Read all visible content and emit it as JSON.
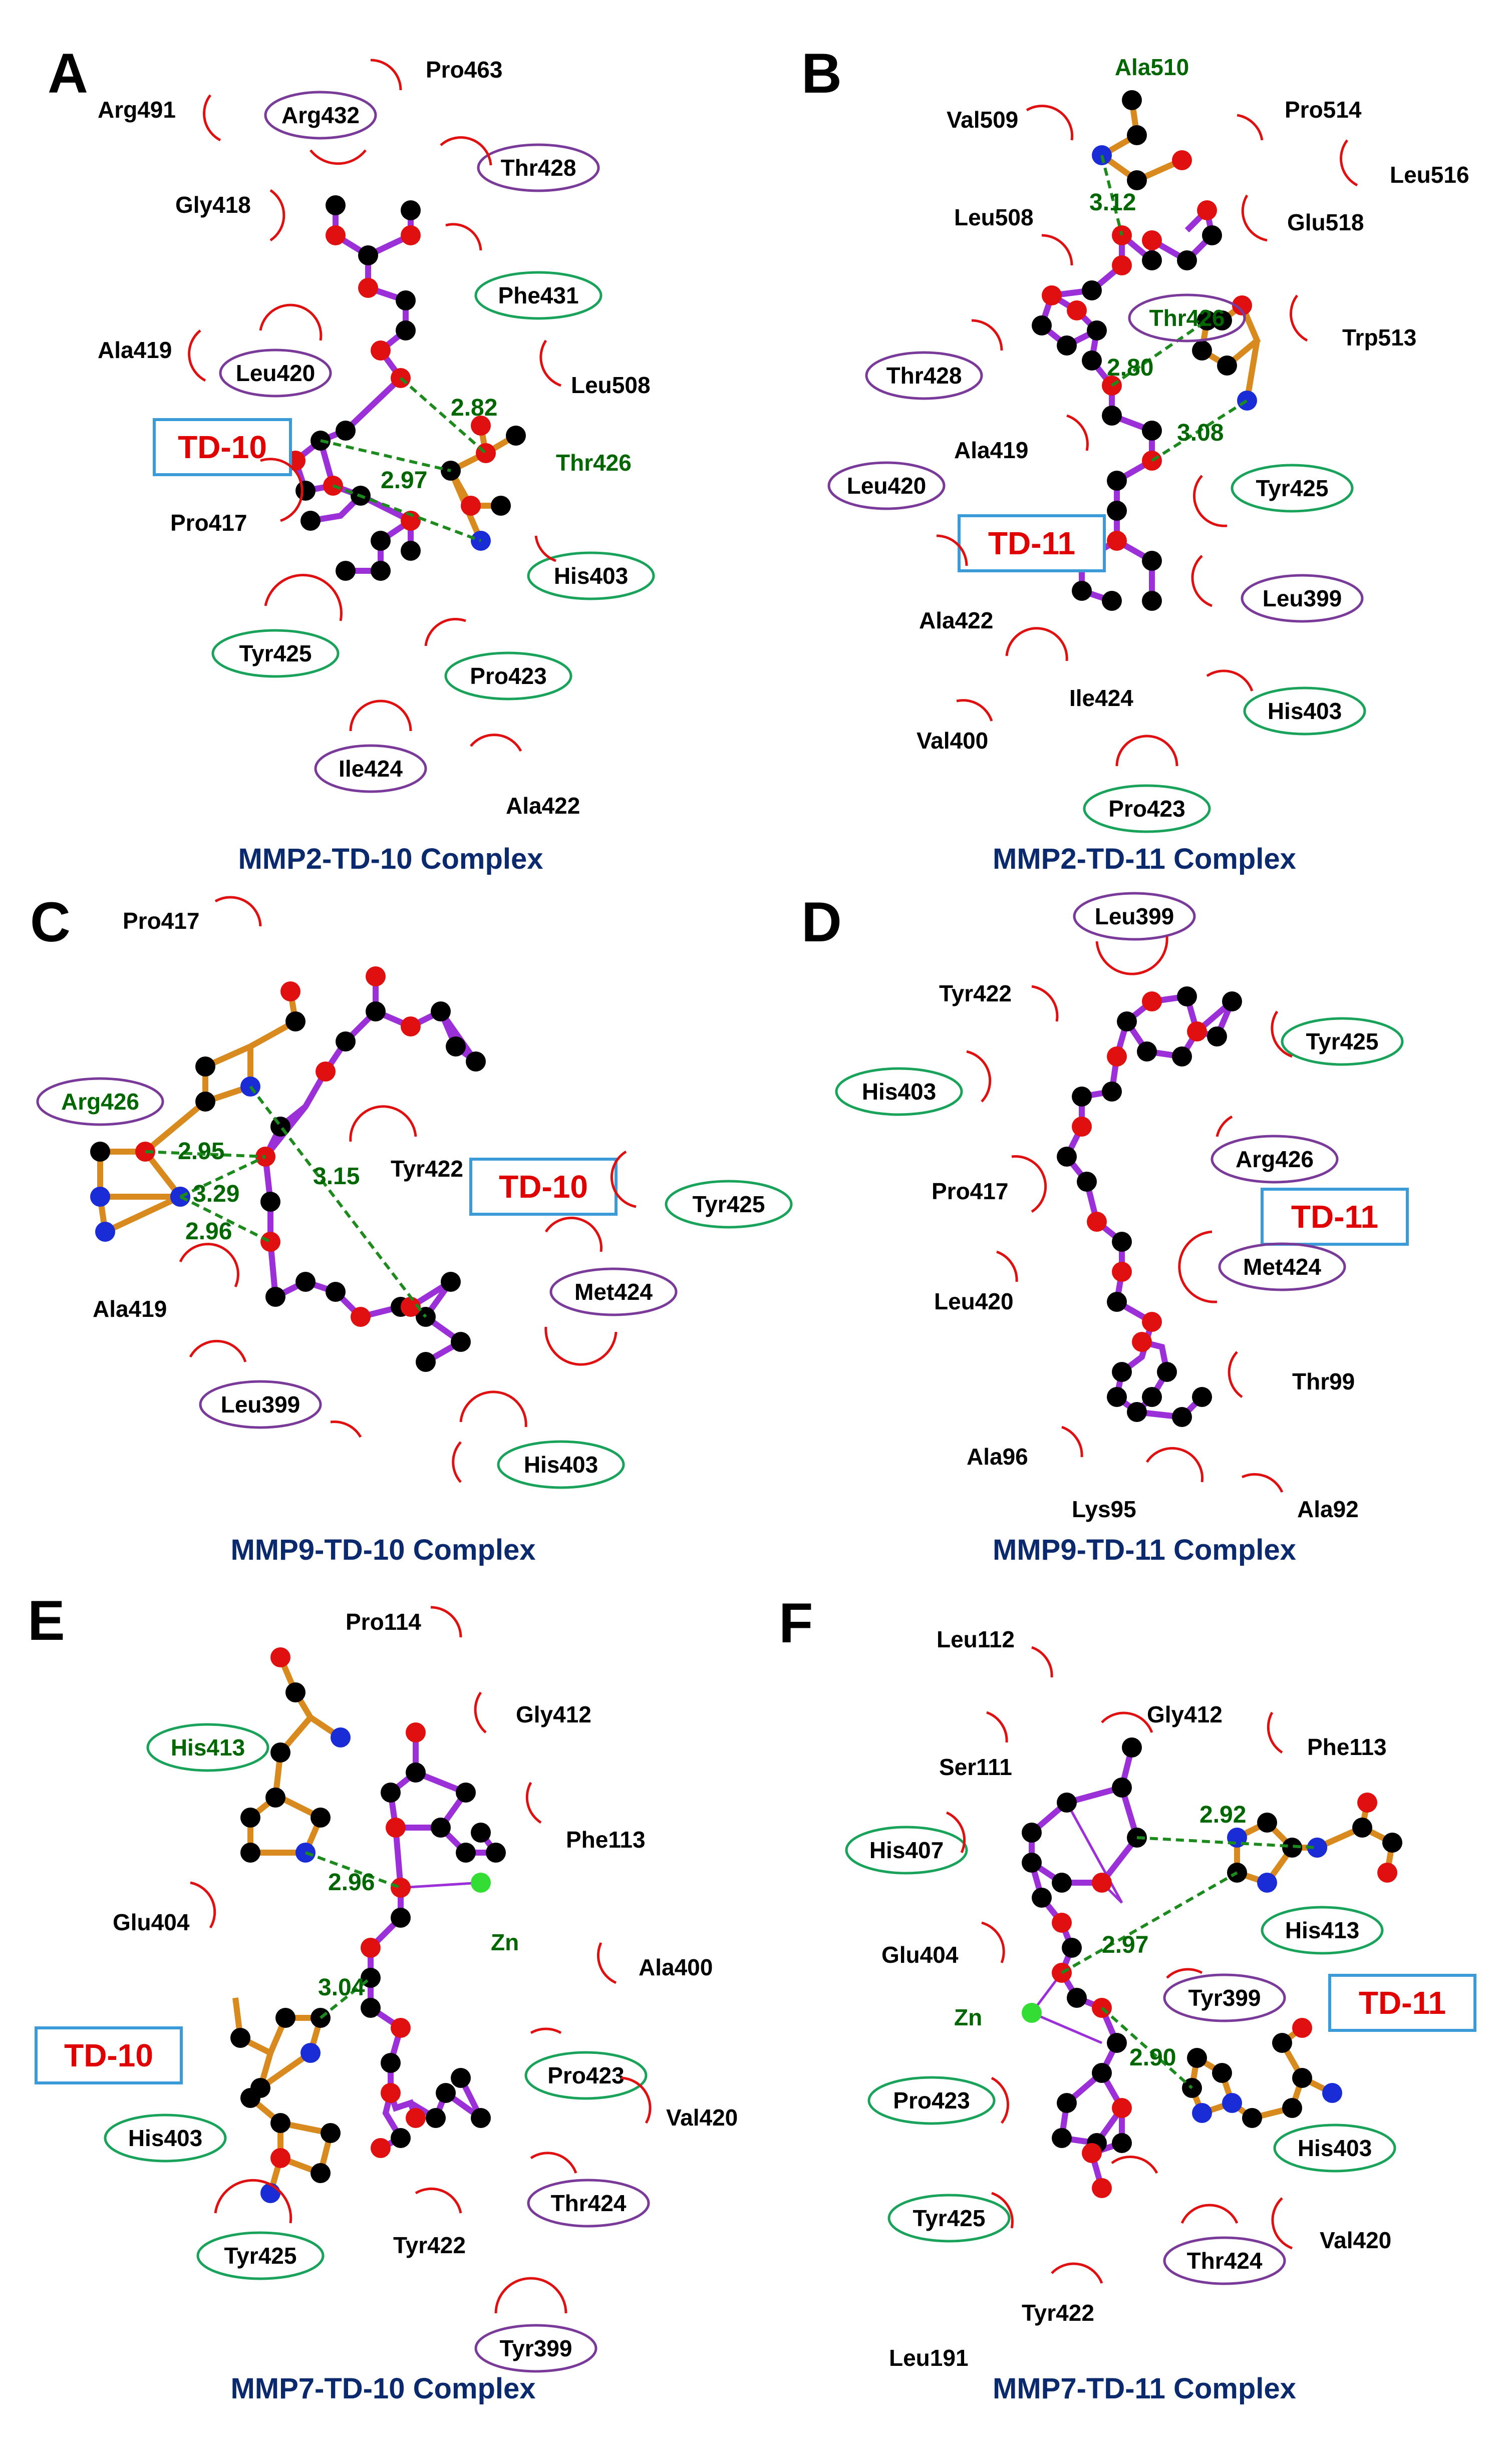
{
  "colors": {
    "ligand_bond": "#9b30d9",
    "residue_bond": "#d98a1e",
    "carbon": "#000000",
    "oxygen": "#e01010",
    "nitrogen": "#1a2cd6",
    "zinc": "#33dd33",
    "hbond": "#1c8a1c",
    "hydrophobic_arc": "#e01010",
    "ellipse_hbond": "#19a35a",
    "ellipse_hydrophobic": "#7a3a9a",
    "ligand_box": "#3b9bd8",
    "caption": "#0b2a6e",
    "ligand_label": "#e00000"
  },
  "panels": [
    {
      "letter": "A",
      "caption": "MMP2-TD-10 Complex",
      "ligand": "TD-10",
      "distances": [
        "2.82",
        "2.97"
      ],
      "residues": [
        "Pro463",
        "Arg491",
        "Arg432",
        "Thr428",
        "Gly418",
        "Phe431",
        "Ala419",
        "Leu420",
        "Leu508",
        "Thr426",
        "Pro417",
        "His403",
        "Tyr425",
        "Pro423",
        "Ile424",
        "Ala422"
      ]
    },
    {
      "letter": "B",
      "caption": "MMP2-TD-11 Complex",
      "ligand": "TD-11",
      "distances": [
        "3.12",
        "2.80",
        "3.08"
      ],
      "residues": [
        "Ala510",
        "Val509",
        "Pro514",
        "Leu516",
        "Leu508",
        "Glu518",
        "Thr426",
        "Trp513",
        "Thr428",
        "Ala419",
        "Tyr425",
        "Leu420",
        "Leu399",
        "Ala422",
        "Ile424",
        "His403",
        "Val400",
        "Pro423"
      ]
    },
    {
      "letter": "C",
      "caption": "MMP9-TD-10 Complex",
      "ligand": "TD-10",
      "distances": [
        "2.95",
        "3.29",
        "2.96",
        "3.15"
      ],
      "residues": [
        "Pro417",
        "Arg426",
        "Tyr422",
        "Tyr425",
        "Met424",
        "Ala419",
        "Leu399",
        "His403"
      ]
    },
    {
      "letter": "D",
      "caption": "MMP9-TD-11 Complex",
      "ligand": "TD-11",
      "distances": [],
      "residues": [
        "Leu399",
        "Tyr422",
        "Tyr425",
        "His403",
        "Arg426",
        "Pro417",
        "Met424",
        "Leu420",
        "Thr99",
        "Ala96",
        "Lys95",
        "Ala92"
      ]
    },
    {
      "letter": "E",
      "caption": "MMP7-TD-10 Complex",
      "ligand": "TD-10",
      "distances": [
        "2.96",
        "3.04"
      ],
      "residues": [
        "Pro114",
        "Gly412",
        "His413",
        "Phe113",
        "Glu404",
        "Zn",
        "Ala400",
        "Pro423",
        "Val420",
        "His403",
        "Thr424",
        "Tyr425",
        "Tyr422",
        "Tyr399"
      ]
    },
    {
      "letter": "F",
      "caption": "MMP7-TD-11 Complex",
      "ligand": "TD-11",
      "distances": [
        "2.92",
        "2.97",
        "2.90"
      ],
      "residues": [
        "Leu112",
        "Gly412",
        "Ser111",
        "Phe113",
        "His407",
        "His413",
        "Glu404",
        "Tyr399",
        "Zn",
        "Pro423",
        "His403",
        "Tyr425",
        "Thr424",
        "Val420",
        "Tyr422",
        "Leu191"
      ]
    }
  ]
}
